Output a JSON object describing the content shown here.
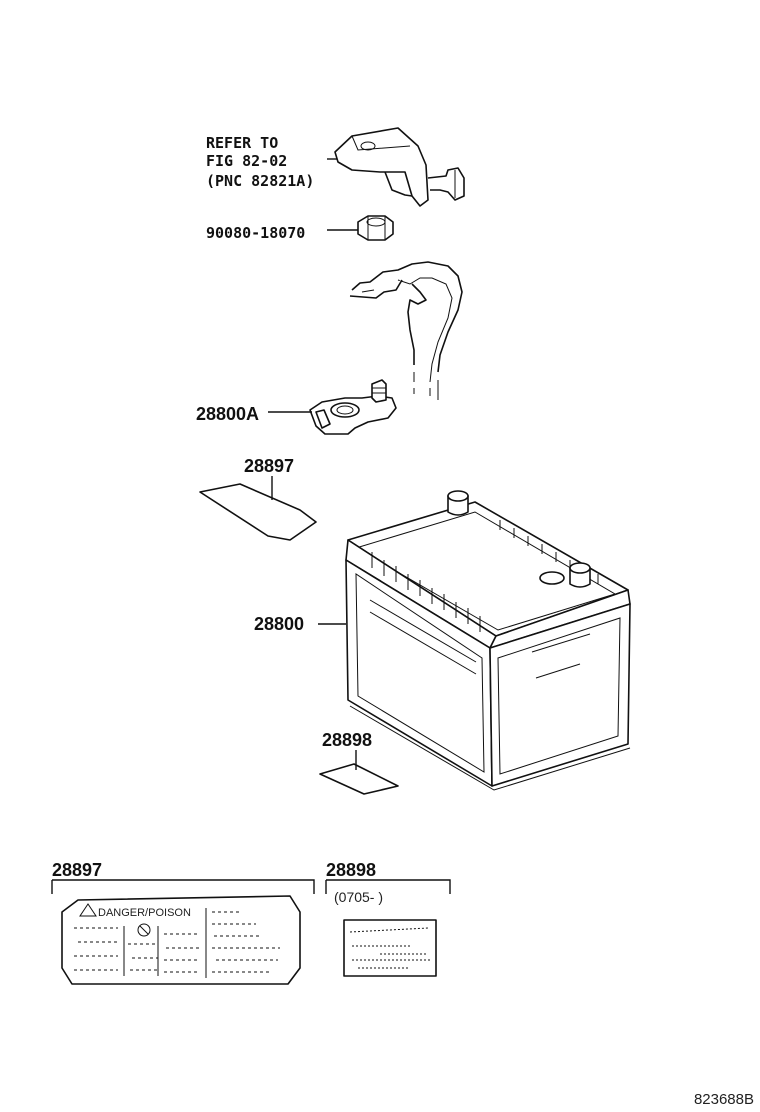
{
  "callouts": {
    "refer_line1": "REFER TO",
    "refer_line2": "FIG 82-02",
    "refer_line3": "(PNC 82821A)",
    "nut": "90080-18070",
    "terminal": "28800A",
    "label_sheet": "28897",
    "battery": "28800",
    "small_label": "28898"
  },
  "detail": {
    "left_title": "28897",
    "right_title": "28898",
    "right_date": "(0705-      )",
    "danger_text": "DANGER/POISON"
  },
  "figure_id": "823688B"
}
